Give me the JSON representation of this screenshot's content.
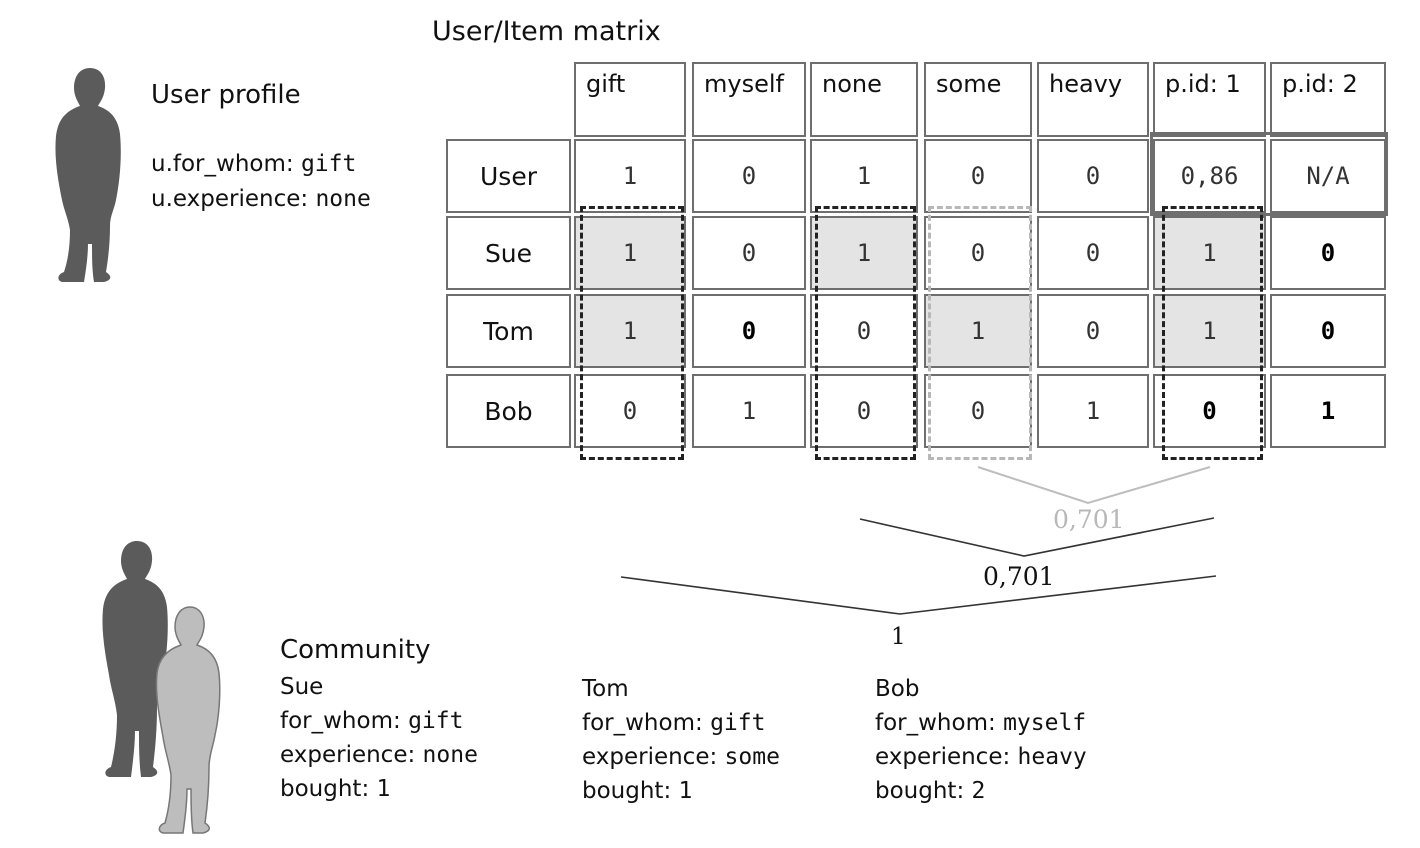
{
  "matrix": {
    "title": "User/Item matrix",
    "columns": [
      "gift",
      "myself",
      "none",
      "some",
      "heavy",
      "p.id: 1",
      "p.id: 2"
    ],
    "rows": [
      {
        "label": "User",
        "values": [
          "1",
          "0",
          "1",
          "0",
          "0",
          "0,86",
          "N/A"
        ]
      },
      {
        "label": "Sue",
        "values": [
          "1",
          "0",
          "1",
          "0",
          "0",
          "1",
          "0"
        ]
      },
      {
        "label": "Tom",
        "values": [
          "1",
          "0",
          "0",
          "1",
          "0",
          "1",
          "0"
        ]
      },
      {
        "label": "Bob",
        "values": [
          "0",
          "1",
          "0",
          "0",
          "1",
          "0",
          "1"
        ]
      }
    ]
  },
  "user_profile": {
    "title": "User profile",
    "for_whom_key": "u.for_whom:",
    "for_whom_value": "gift",
    "experience_key": "u.experience:",
    "experience_value": "none"
  },
  "similarity": {
    "light": "0,701",
    "mid": "0,701",
    "bottom": "1"
  },
  "community": {
    "title": "Community",
    "members": [
      {
        "name": "Sue",
        "for_whom_key": "for_whom:",
        "for_whom": "gift",
        "experience_key": "experience:",
        "experience": "none",
        "bought_key": "bought:",
        "bought": "1"
      },
      {
        "name": "Tom",
        "for_whom_key": "for_whom:",
        "for_whom": "gift",
        "experience_key": "experience:",
        "experience": "some",
        "bought_key": "bought:",
        "bought": "1"
      },
      {
        "name": "Bob",
        "for_whom_key": "for_whom:",
        "for_whom": "myself",
        "experience_key": "experience:",
        "experience": "heavy",
        "bought_key": "bought:",
        "bought": "2"
      }
    ]
  },
  "colors": {
    "highlight": "#e4e4e4",
    "dark_silhouette": "#5b5b5b",
    "light_silhouette": "#bdbdbd"
  },
  "icons": [
    "person-silhouette-icon",
    "community-silhouettes-icon"
  ]
}
